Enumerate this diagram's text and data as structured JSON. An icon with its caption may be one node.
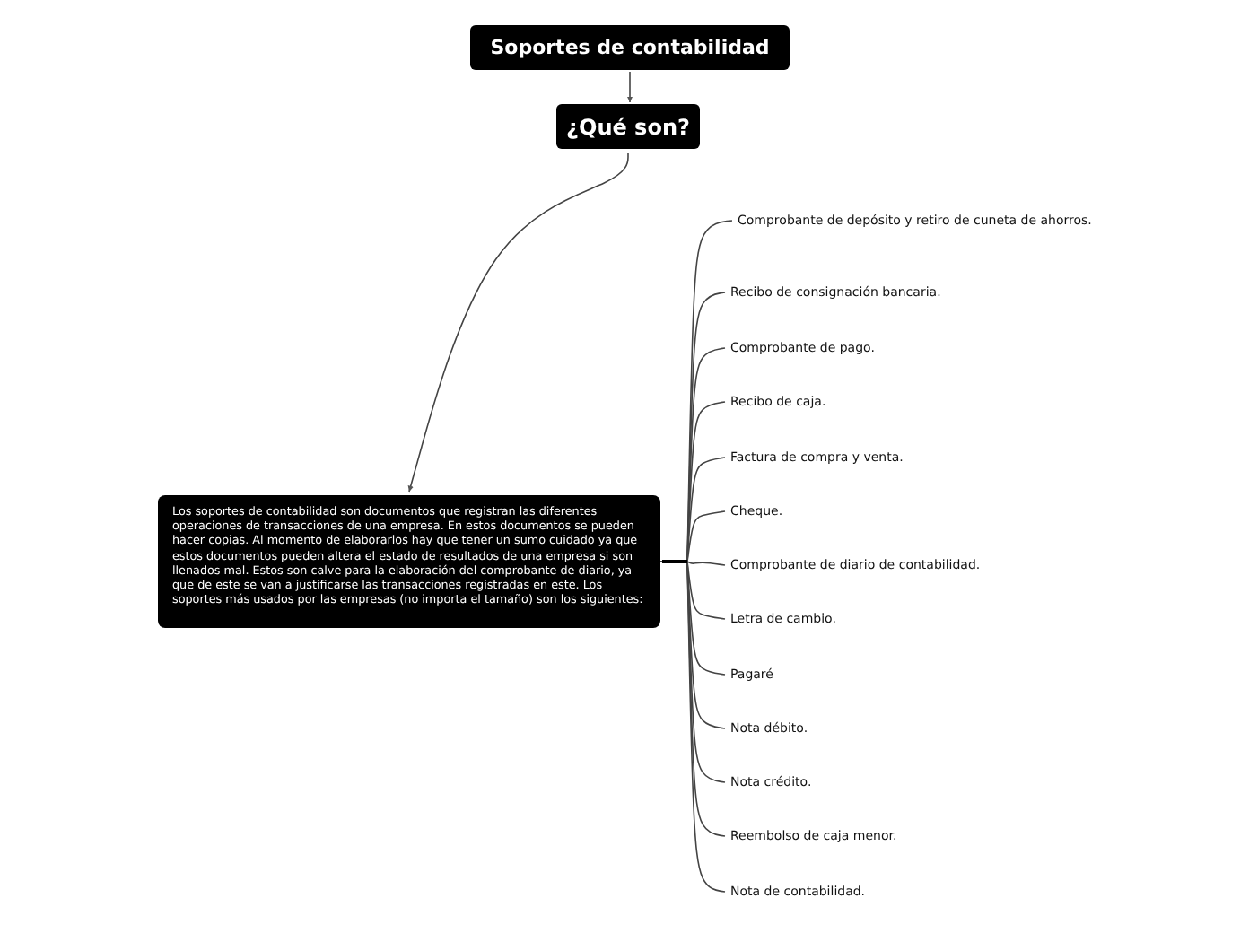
{
  "diagram": {
    "nodes": [
      {
        "text": [
          "Soportes de contabilidad"
        ]
      },
      {
        "text": [
          "¿Qué son?"
        ]
      },
      {
        "text": [
          "Los soportes de contabilidad son documentos que registran las diferentes operaciones de transacciones de una empresa. En estos documentos se pueden hacer copias. Al momento de elaborarlos hay que tener un sumo cuidado ya que estos documentos pueden altera el estado de resultados de una empresa si son llenados mal. Estos son calve para la elaboración del comprobante de diario, ya que de este se van a justificarse las transacciones registradas en este. Los soportes más usados por las empresas (no importa el tamaño) son los siguientes:"
        ]
      },
      {
        "text": [
          "Comprobante de depósito y retiro de cuneta de ahorros."
        ]
      },
      {
        "text": [
          "Recibo de consignación bancaria."
        ]
      },
      {
        "text": [
          "Comprobante de pago."
        ]
      },
      {
        "text": [
          "Recibo de caja."
        ]
      },
      {
        "text": [
          "Factura de compra y venta."
        ]
      },
      {
        "text": [
          "Cheque."
        ]
      },
      {
        "text": [
          "Comprobante de diario de contabilidad."
        ]
      },
      {
        "text": [
          "Letra de cambio."
        ]
      },
      {
        "text": [
          "Pagaré"
        ]
      },
      {
        "text": [
          "Nota débito."
        ]
      },
      {
        "text": [
          "Nota crédito."
        ]
      },
      {
        "text": [
          "Reembolso de caja menor."
        ]
      },
      {
        "text": [
          "Nota de contabilidad."
        ]
      }
    ],
    "edges": [
      {
        "from": 0,
        "to": 1,
        "arrow": "to"
      },
      {
        "from": 1,
        "to": 2,
        "arrow": "to"
      },
      {
        "from": 2,
        "to": 3,
        "arrow": "none"
      },
      {
        "from": 2,
        "to": 4,
        "arrow": "none"
      },
      {
        "from": 2,
        "to": 5,
        "arrow": "none"
      },
      {
        "from": 2,
        "to": 6,
        "arrow": "none"
      },
      {
        "from": 2,
        "to": 7,
        "arrow": "none"
      },
      {
        "from": 2,
        "to": 8,
        "arrow": "none"
      },
      {
        "from": 2,
        "to": 9,
        "arrow": "none"
      },
      {
        "from": 2,
        "to": 10,
        "arrow": "none"
      },
      {
        "from": 2,
        "to": 11,
        "arrow": "none"
      },
      {
        "from": 2,
        "to": 12,
        "arrow": "none"
      },
      {
        "from": 2,
        "to": 13,
        "arrow": "none"
      },
      {
        "from": 2,
        "to": 14,
        "arrow": "none"
      },
      {
        "from": 2,
        "to": 15,
        "arrow": "none"
      }
    ]
  }
}
